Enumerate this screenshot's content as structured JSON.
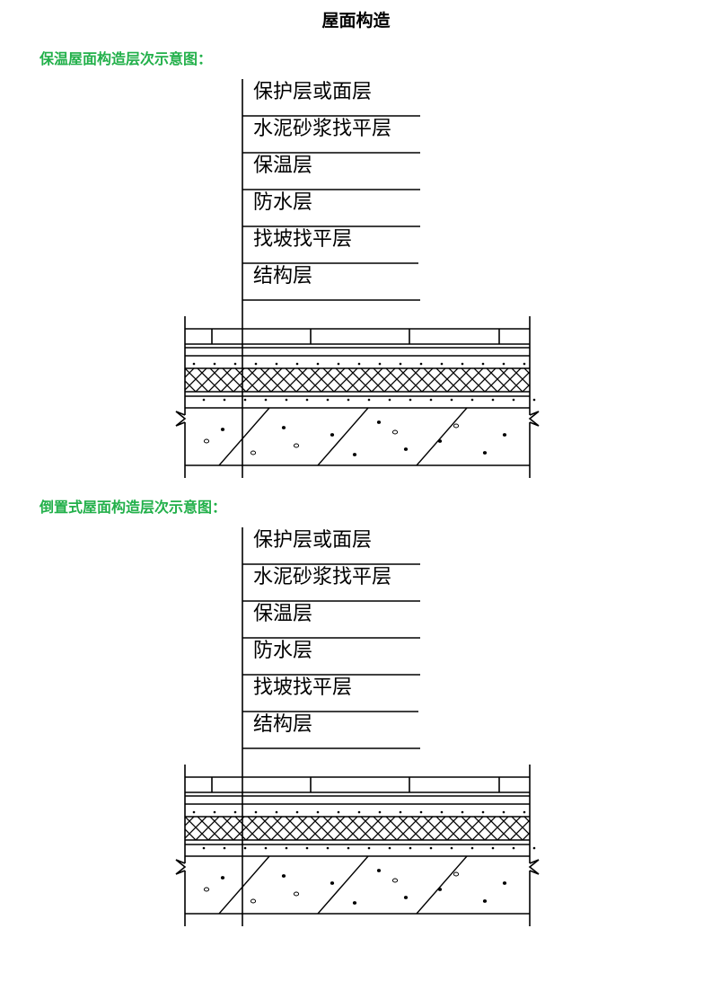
{
  "page_title": "屋面构造",
  "sections": [
    {
      "heading": "保温屋面构造层次示意图：",
      "layers": [
        "保护层或面层",
        "水泥砂浆找平层",
        "保温层",
        "防水层",
        "找坡找平层",
        "结构层"
      ]
    },
    {
      "heading": "倒置式屋面构造层次示意图：",
      "layers": [
        "保护层或面层",
        "水泥砂浆找平层",
        "保温层",
        "防水层",
        "找坡找平层",
        "结构层"
      ]
    }
  ],
  "colors": {
    "heading_green": "#22b04a",
    "line": "#000000"
  }
}
